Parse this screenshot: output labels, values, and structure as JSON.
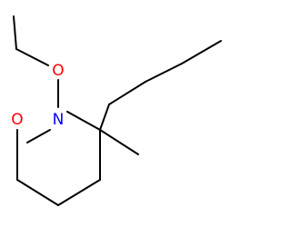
{
  "molecule": {
    "atom_labels": {
      "ethoxy_oxygen": "O",
      "ring_nitrogen": "N",
      "ring_oxygen": "O"
    },
    "colors": {
      "oxygen": "#ff0000",
      "nitrogen": "#0000ff",
      "bond": "#000000",
      "background": "#ffffff"
    }
  }
}
